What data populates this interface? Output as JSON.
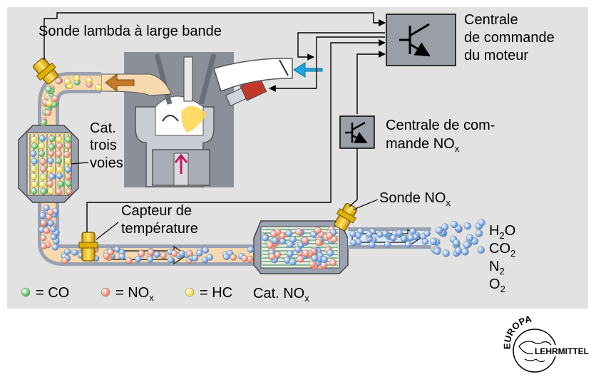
{
  "labels": {
    "sonde_lambda": "Sonde lambda à large bande",
    "centrale_moteur": [
      "Centrale",
      "de commande",
      "du moteur"
    ],
    "cat_trois_voies": [
      "Cat.",
      "trois",
      "voies"
    ],
    "centrale_nox_1": "Centrale de com-",
    "centrale_nox_2": "mande NO",
    "capteur": [
      "Capteur de",
      "température"
    ],
    "sonde_nox": "Sonde NO",
    "cat_nox": "Cat. NO",
    "subscript_x": "x",
    "subscript_2": "2"
  },
  "outputs": [
    {
      "base": "H",
      "sub": "2",
      "rest": "O"
    },
    {
      "base": "CO",
      "sub": "2",
      "rest": ""
    },
    {
      "base": "N",
      "sub": "2",
      "rest": ""
    },
    {
      "base": "O",
      "sub": "2",
      "rest": ""
    }
  ],
  "legend": [
    {
      "color": "#5fbf5f",
      "eq": "= CO",
      "sub": ""
    },
    {
      "color": "#f2907a",
      "eq": "= NO",
      "sub": "x"
    },
    {
      "color": "#f5e35a",
      "eq": "= HC",
      "sub": ""
    }
  ],
  "logo": {
    "top": "EUROPA",
    "side": "LEHRMITTEL"
  },
  "colors": {
    "panel": "#e2e2e2",
    "pipe": "#9aa2b2",
    "exhaust_fill": "#f6d9ae",
    "clean_gas": "#7fb3e6",
    "ecu": "#9a9ea7",
    "intake_arrow": "#1aa6e0",
    "exhaust_arrow": "#c67a2a"
  }
}
